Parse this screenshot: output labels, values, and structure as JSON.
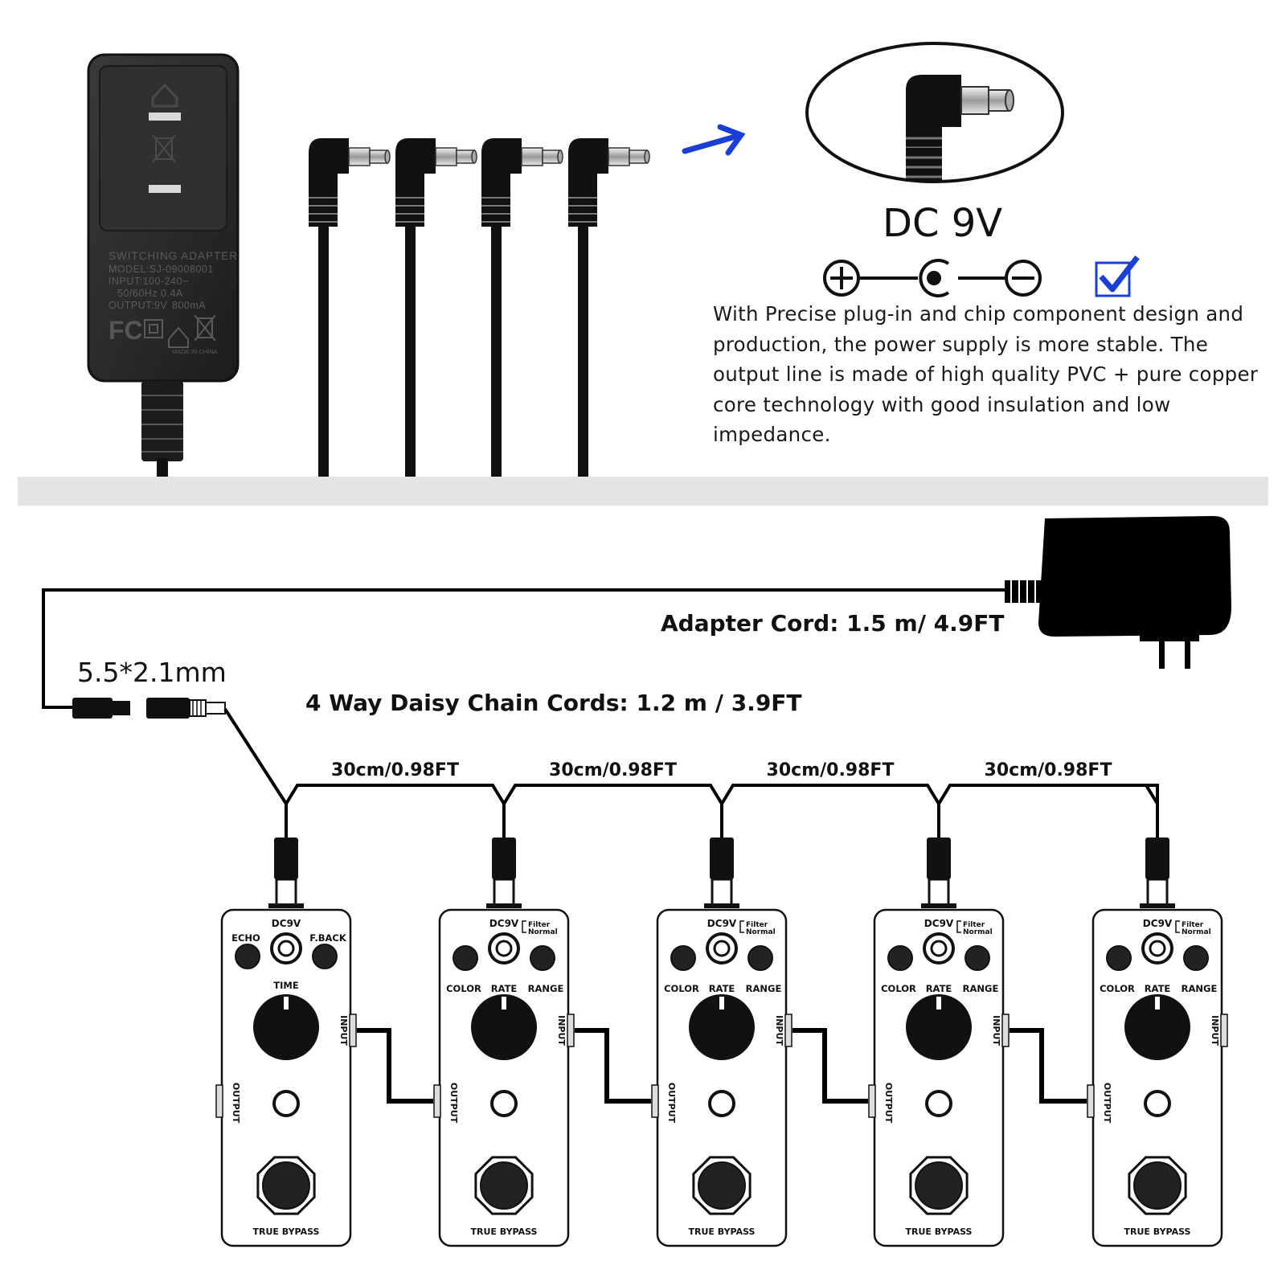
{
  "adapter_label": {
    "line1": "SWITCHING ADAPTER",
    "line2": "MODEL:SJ-09008001",
    "line3": "INPUT:100-240~",
    "line4": "50/60Hz 0.4A",
    "line5": "OUTPUT:9V",
    "line5b": "800mA",
    "fc": "FC",
    "made_in": "MADE IN CHINA"
  },
  "dc_label": "DC 9V",
  "description": "With Precise plug-in and chip component design and production, the power supply is more stable. The output line is made of high quality PVC + pure copper core technology with good insulation and low impedance.",
  "adapter_cord": "Adapter Cord: 1.5 m/ 4.9FT",
  "plug_size": "5.5*2.1mm",
  "daisy_chain": "4 Way Daisy Chain Cords: 1.2 m / 3.9FT",
  "segment_label": "30cm/0.98FT",
  "pedals": [
    {
      "dc": "DC9V",
      "left": "ECHO",
      "right": "F.BACK",
      "center": "TIME",
      "input": "INPUT",
      "output": "OUTPUT",
      "bypass": "TRUE BYPASS",
      "filter": "",
      "normal": ""
    },
    {
      "dc": "DC9V",
      "left": "COLOR",
      "right": "RANGE",
      "center": "RATE",
      "input": "INPUT",
      "output": "OUTPUT",
      "bypass": "TRUE BYPASS",
      "filter": "Filter",
      "normal": "Normal"
    },
    {
      "dc": "DC9V",
      "left": "COLOR",
      "right": "RANGE",
      "center": "RATE",
      "input": "INPUT",
      "output": "OUTPUT",
      "bypass": "TRUE BYPASS",
      "filter": "Filter",
      "normal": "Normal"
    },
    {
      "dc": "DC9V",
      "left": "COLOR",
      "right": "RANGE",
      "center": "RATE",
      "input": "INPUT",
      "output": "OUTPUT",
      "bypass": "TRUE BYPASS",
      "filter": "Filter",
      "normal": "Normal"
    },
    {
      "dc": "DC9V",
      "left": "COLOR",
      "right": "RANGE",
      "center": "RATE",
      "input": "INPUT",
      "output": "OUTPUT",
      "bypass": "TRUE BYPASS",
      "filter": "Filter",
      "normal": "Normal"
    }
  ],
  "colors": {
    "arrow": "#1a3fd6",
    "check": "#1a3fd6",
    "ink": "#111111",
    "adapter_body": "#2a2a2a"
  }
}
